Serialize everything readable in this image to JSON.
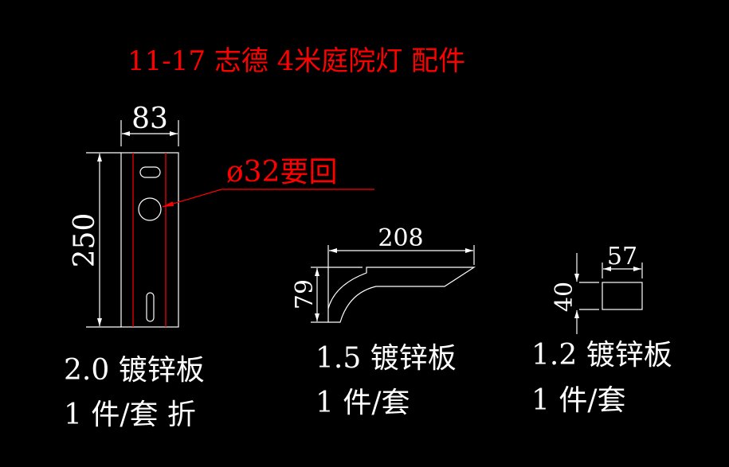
{
  "title": "11-17 志德 4米庭院灯 配件",
  "colors": {
    "background": "#000000",
    "lines": "#ffffff",
    "accent": "#ff0000"
  },
  "part1": {
    "dim_width": "83",
    "dim_height": "250",
    "note": "ø32要回",
    "material": "2.0 镀锌板",
    "quantity": "1 件/套 折"
  },
  "part2": {
    "dim_width": "208",
    "dim_height": "79",
    "material": "1.5 镀锌板",
    "quantity": "1 件/套"
  },
  "part3": {
    "dim_width": "57",
    "dim_height": "40",
    "material": "1.2 镀锌板",
    "quantity": "1 件/套"
  }
}
